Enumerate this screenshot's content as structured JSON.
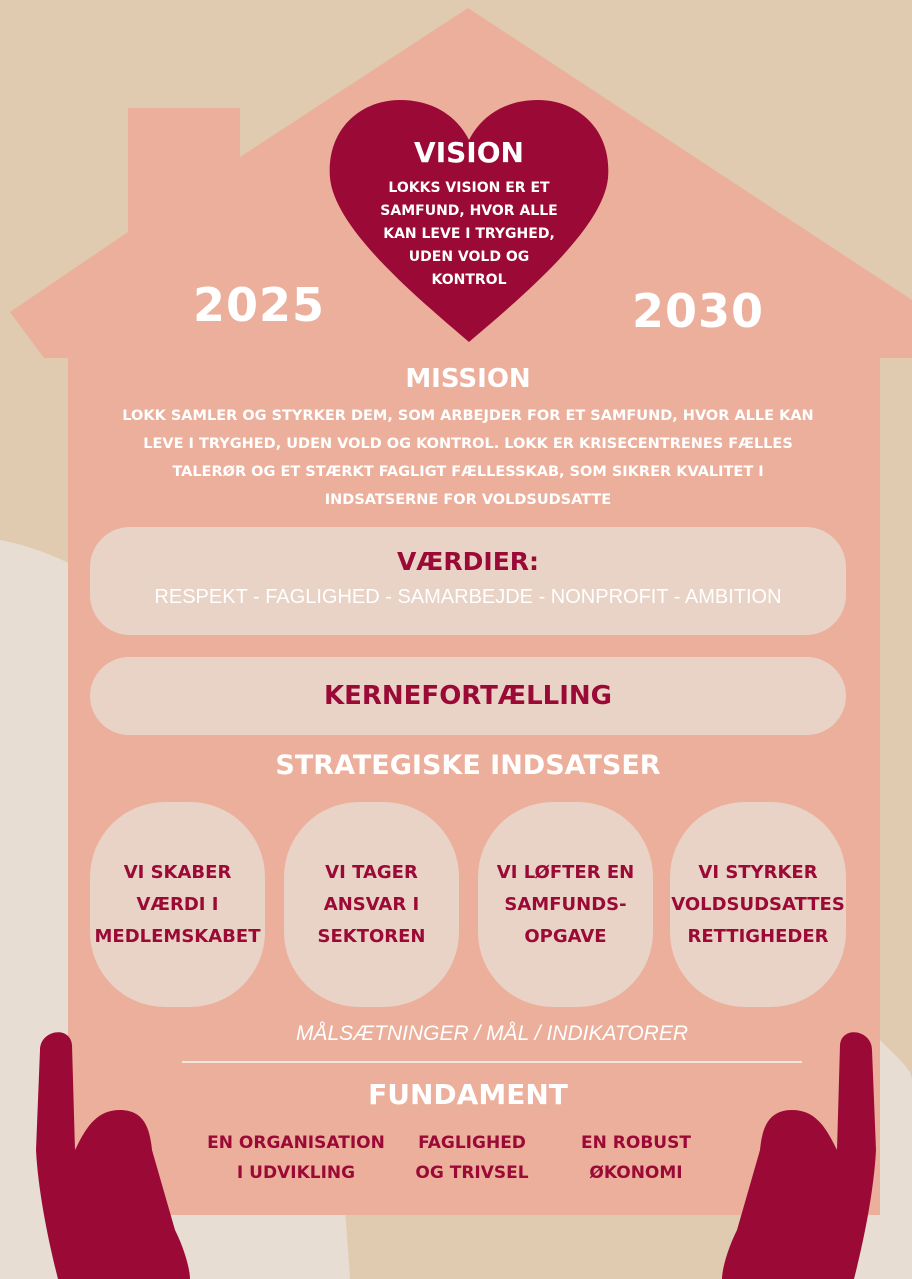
{
  "colors": {
    "background": "#e0cab0",
    "background_curve": "#e8ddd3",
    "house": "#ebaf9b",
    "accent": "#9b0a36",
    "pill": "#e8d3c6",
    "text_light": "#ffffff"
  },
  "vision": {
    "title": "VISION",
    "lines": [
      "LOKKS VISION ER ET",
      "SAMFUND, HVOR ALLE",
      "KAN LEVE I TRYGHED,",
      "UDEN VOLD OG",
      "KONTROL"
    ]
  },
  "years": {
    "start": "2025",
    "end": "2030"
  },
  "mission": {
    "title": "MISSION",
    "lines": [
      "LOKK SAMLER OG STYRKER DEM, SOM ARBEJDER FOR ET SAMFUND, HVOR ALLE KAN",
      "LEVE I TRYGHED, UDEN VOLD OG KONTROL. LOKK ER KRISECENTRENES FÆLLES",
      "TALERØR OG ET STÆRKT FAGLIGT FÆLLESSKAB, SOM SIKRER KVALITET I",
      "INDSATSERNE FOR VOLDSUDSATTE"
    ]
  },
  "values": {
    "title": "VÆRDIER:",
    "list": "RESPEKT - FAGLIGHED - SAMARBEJDE - NONPROFIT - AMBITION"
  },
  "core_story": {
    "title": "KERNEFORTÆLLING"
  },
  "strategic": {
    "title": "STRATEGISKE INDSATSER",
    "items": [
      {
        "lines": [
          "VI SKABER",
          "VÆRDI I",
          "MEDLEMSKABET"
        ]
      },
      {
        "lines": [
          "VI TAGER",
          "ANSVAR I",
          "SEKTOREN"
        ]
      },
      {
        "lines": [
          "VI LØFTER EN",
          "SAMFUNDS-",
          "OPGAVE"
        ]
      },
      {
        "lines": [
          "VI STYRKER",
          "VOLDSUDSATTES",
          "RETTIGHEDER"
        ]
      }
    ]
  },
  "goals_line": "MÅLSÆTNINGER / MÅL / INDIKATORER",
  "foundation": {
    "title": "FUNDAMENT",
    "items": [
      {
        "lines": [
          "EN ORGANISATION",
          "I UDVIKLING"
        ]
      },
      {
        "lines": [
          "FAGLIGHED",
          "OG TRIVSEL"
        ]
      },
      {
        "lines": [
          "EN ROBUST",
          "ØKONOMI"
        ]
      }
    ]
  },
  "icons": [
    "heart-icon",
    "house-shape",
    "left-hand-icon",
    "right-hand-icon"
  ]
}
